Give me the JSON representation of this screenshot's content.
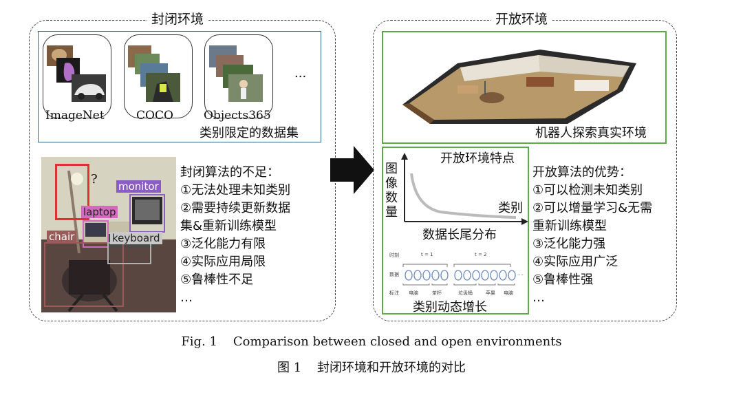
{
  "closed_env": {
    "title": "封闭环境",
    "datasets": [
      {
        "label": "ImageNet"
      },
      {
        "label": "COCO"
      },
      {
        "label": "Objects365"
      }
    ],
    "ellipsis": "...",
    "datasets_caption": "类别限定的数据集",
    "scene_tags": {
      "question": "?",
      "monitor": "monitor",
      "laptop": "laptop",
      "chair": "chair",
      "keyboard": "keyboard"
    },
    "shortcomings": {
      "heading": "封闭算法的不足：",
      "items": [
        "①无法处理未知类别",
        "②需要持续更新数据",
        "集&重新训练模型",
        "③泛化能力有限",
        "④实际应用局限",
        "⑤鲁棒性不足",
        "…"
      ]
    }
  },
  "open_env": {
    "title": "开放环境",
    "robot_caption": "机器人探索真实环境",
    "features_title": "开放环境特点",
    "chart": {
      "y_label": [
        "图",
        "像",
        "数",
        "量"
      ],
      "x_label": "类别",
      "caption": "数据长尾分布"
    },
    "incremental": {
      "row_labels": [
        "时刻",
        "数据",
        "标注"
      ],
      "t1": "t = 1",
      "t2": "t = 2",
      "annotations": [
        "电脑",
        "茶杯",
        "垃圾桶",
        "苹果",
        "电脑"
      ],
      "more": "....",
      "caption": "类别动态增长"
    },
    "advantages": {
      "heading": "开放算法的优势：",
      "items": [
        "①可以检测未知类别",
        "②可以增量学习&无需",
        "重新训练模型",
        "③泛化能力强",
        "④实际应用广泛",
        "⑤鲁棒性强",
        "…"
      ]
    }
  },
  "captions": {
    "english": "Fig. 1    Comparison between closed and open environments",
    "chinese": "图 1    封闭环境和开放环境的对比"
  },
  "colors": {
    "dataset_border": "#2e5f8a",
    "open_border": "#5ea84a",
    "tag_red": "#e03030",
    "tag_purple": "#8a5cc4",
    "tag_pink": "#d46ac0",
    "tag_brown": "#9a5a5a",
    "tag_gray": "#b0b0b0"
  }
}
